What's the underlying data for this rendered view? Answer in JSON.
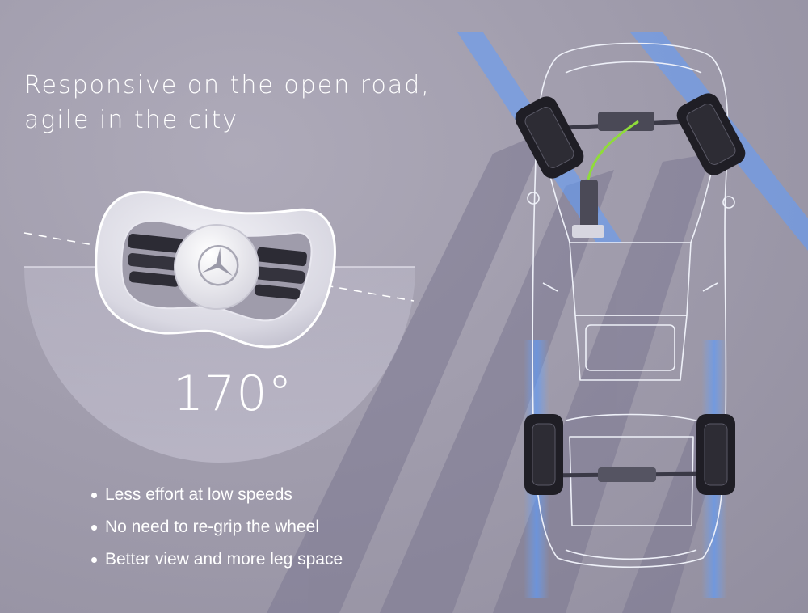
{
  "headline": {
    "line1": "Responsive on the open road,",
    "line2": "agile in the city"
  },
  "steering": {
    "angle_label": "170°"
  },
  "benefits": [
    "Less effort at low speeds",
    "No need to re-grip the wheel",
    "Better view and more leg space"
  ],
  "colors": {
    "background": "#a19dad",
    "text": "#ffffff",
    "track_blue": "#4f8fff",
    "steering_link_green": "#8fdc3a",
    "wireframe": "#eef0f8"
  },
  "icons": {
    "steering_wheel": "mercedes-yoke-steering-wheel-icon",
    "vehicle": "car-wireframe-top-view-icon"
  }
}
